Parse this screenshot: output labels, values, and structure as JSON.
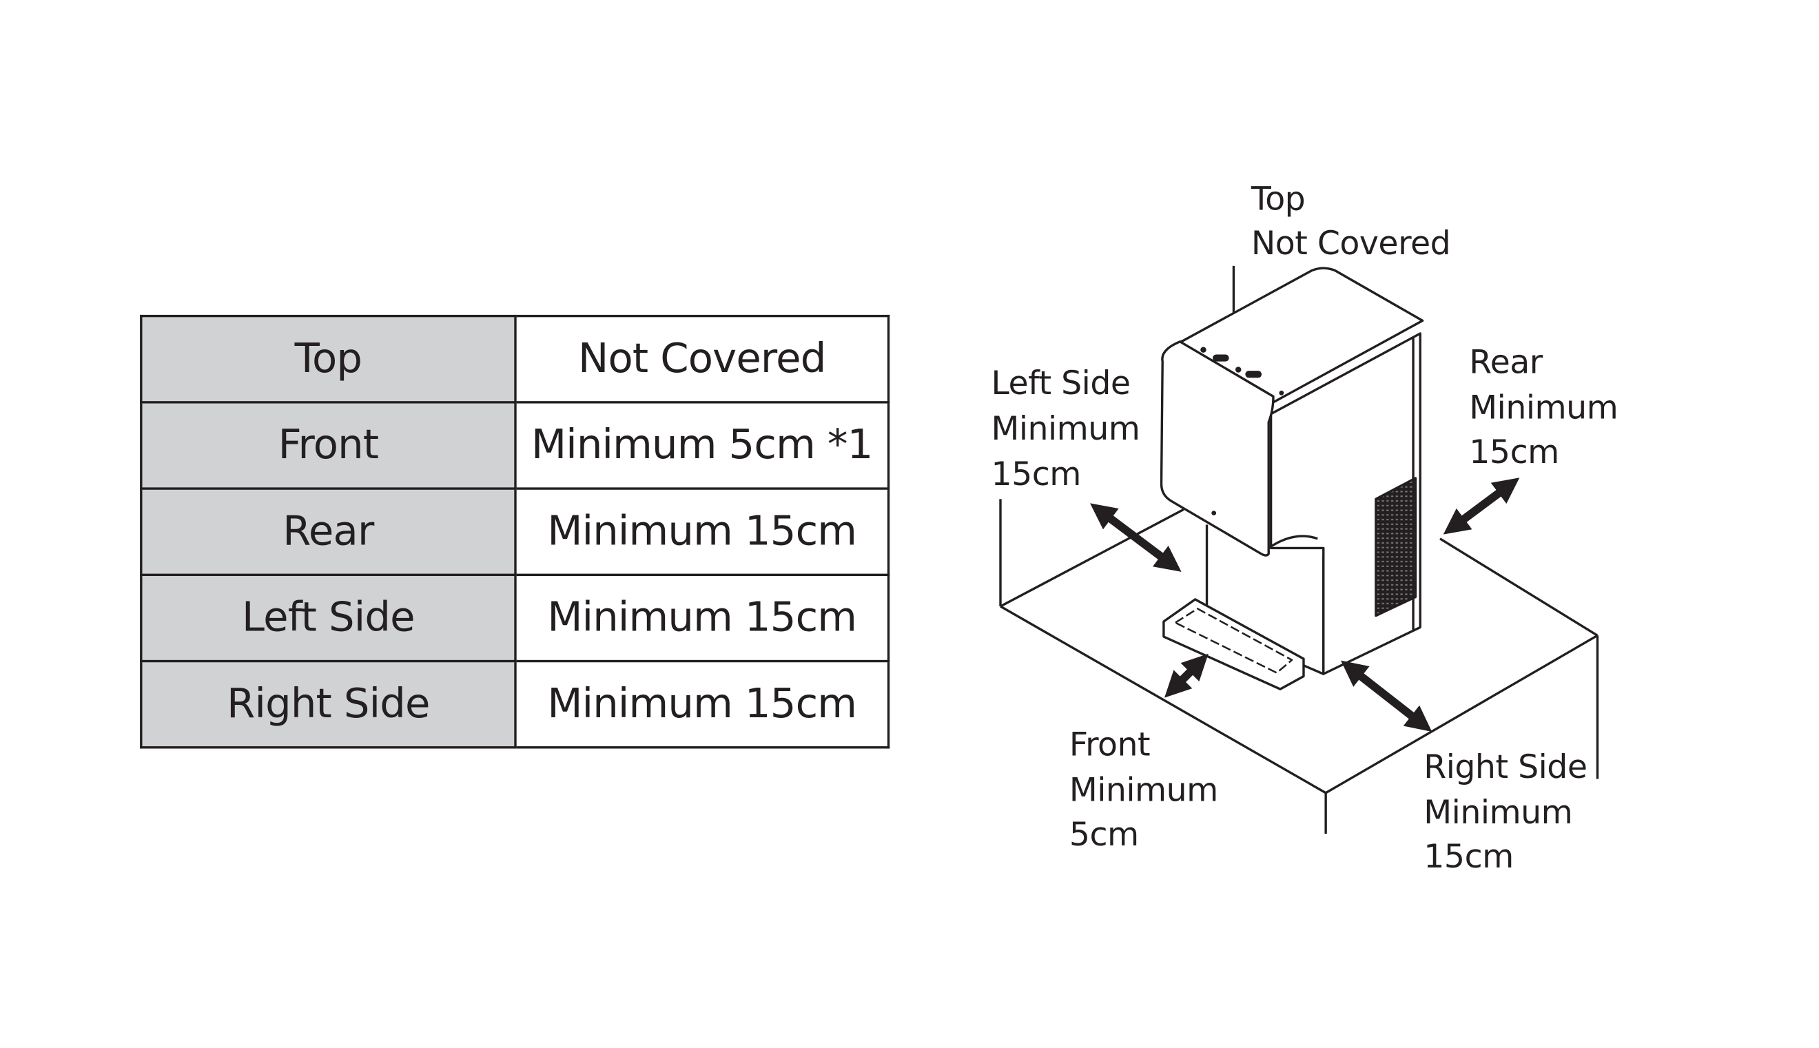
{
  "table": {
    "rows": [
      {
        "side": "Top",
        "requirement": "Not Covered"
      },
      {
        "side": "Front",
        "requirement": "Minimum 5cm *1"
      },
      {
        "side": "Rear",
        "requirement": "Minimum 15cm"
      },
      {
        "side": "Left Side",
        "requirement": "Minimum 15cm"
      },
      {
        "side": "Right Side",
        "requirement": "Minimum 15cm"
      }
    ]
  },
  "diagram": {
    "top": [
      "Top",
      "Not Covered"
    ],
    "left": [
      "Left Side",
      "Minimum",
      "15cm"
    ],
    "rear": [
      "Rear",
      "Minimum",
      "15cm"
    ],
    "front": [
      "Front",
      "Minimum",
      "5cm"
    ],
    "right": [
      "Right Side",
      "Minimum",
      "15cm"
    ]
  },
  "colors": {
    "header_fill": "#d1d2d4",
    "line": "#231f20"
  }
}
